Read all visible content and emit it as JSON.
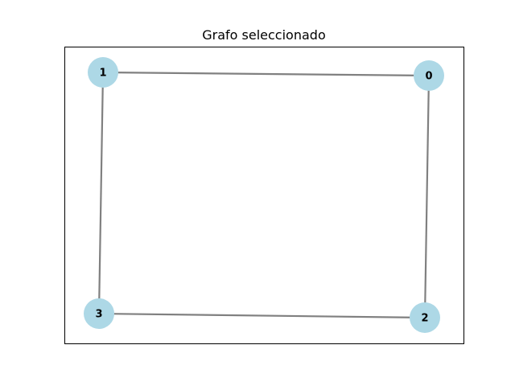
{
  "title": "Grafo seleccionado",
  "colors": {
    "node_fill": "#add8e6",
    "edge_stroke": "#808080",
    "frame_stroke": "#000000",
    "background": "#ffffff"
  },
  "graph": {
    "nodes": [
      {
        "id": "0",
        "label": "0"
      },
      {
        "id": "1",
        "label": "1"
      },
      {
        "id": "2",
        "label": "2"
      },
      {
        "id": "3",
        "label": "3"
      }
    ],
    "edges": [
      {
        "source": "1",
        "target": "0"
      },
      {
        "source": "1",
        "target": "3"
      },
      {
        "source": "0",
        "target": "2"
      },
      {
        "source": "3",
        "target": "2"
      }
    ]
  }
}
